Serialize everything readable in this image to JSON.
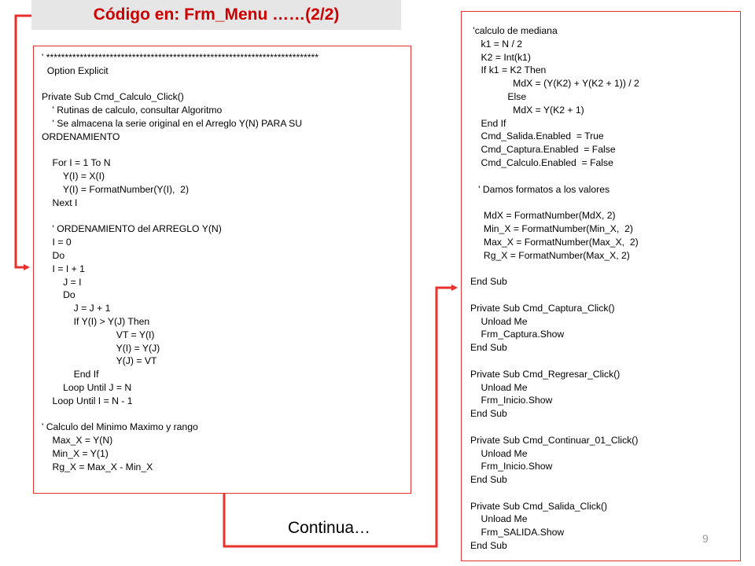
{
  "title": "Código en: Frm_Menu ……(2/2)",
  "continue_label": "Continua…",
  "page_number": "9",
  "colors": {
    "accent": "#e8302c",
    "title": "#cc0000",
    "title_bg": "#e6e6e6"
  },
  "left_code": [
    "' *************************************************************************",
    "  Option Explicit",
    "",
    "Private Sub Cmd_Calculo_Click()",
    "    ' Rutinas de calculo, consultar Algoritmo",
    "    ' Se almacena la serie original en el Arreglo Y(N) PARA SU",
    "ORDENAMIENTO",
    "",
    "    For I = 1 To N",
    "        Y(I) = X(I)",
    "        Y(I) = FormatNumber(Y(I),  2)",
    "    Next I",
    "",
    "    ' ORDENAMIENTO del ARREGLO Y(N)",
    "    I = 0",
    "    Do",
    "    I = I + 1",
    "        J = I",
    "        Do",
    "            J = J + 1",
    "            If Y(I) > Y(J) Then",
    "                            VT = Y(I)",
    "                            Y(I) = Y(J)",
    "                            Y(J) = VT",
    "            End If",
    "        Loop Until J = N",
    "    Loop Until I = N - 1",
    "",
    "' Calculo del Minimo Maximo y rango",
    "    Max_X = Y(N)",
    "    Min_X = Y(1)",
    "    Rg_X = Max_X - Min_X"
  ],
  "right_code": [
    " 'calculo de mediana",
    "    k1 = N / 2",
    "    K2 = Int(k1)",
    "    If k1 = K2 Then",
    "                MdX = (Y(K2) + Y(K2 + 1)) / 2",
    "              Else",
    "                MdX = Y(K2 + 1)",
    "    End If",
    "    Cmd_Salida.Enabled  = True",
    "    Cmd_Captura.Enabled  = False",
    "    Cmd_Calculo.Enabled  = False",
    "",
    "   ' Damos formatos a los valores",
    "",
    "     MdX = FormatNumber(MdX, 2)",
    "     Min_X = FormatNumber(Min_X,  2)",
    "     Max_X = FormatNumber(Max_X,  2)",
    "     Rg_X = FormatNumber(Max_X, 2)",
    "",
    "End Sub",
    "",
    "Private Sub Cmd_Captura_Click()",
    "    Unload Me",
    "    Frm_Captura.Show",
    "End Sub",
    "",
    "Private Sub Cmd_Regresar_Click()",
    "    Unload Me",
    "    Frm_Inicio.Show",
    "End Sub",
    "",
    "Private Sub Cmd_Continuar_01_Click()",
    "    Unload Me",
    "    Frm_Inicio.Show",
    "End Sub",
    "",
    "Private Sub Cmd_Salida_Click()",
    "    Unload Me",
    "    Frm_SALIDA.Show",
    "End Sub"
  ]
}
